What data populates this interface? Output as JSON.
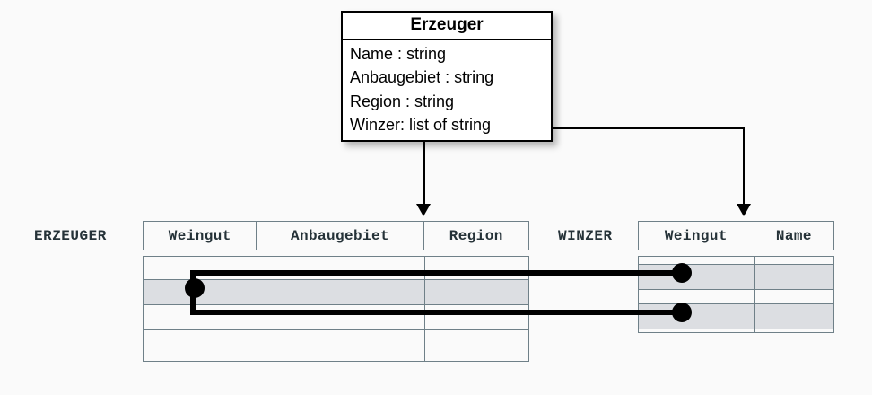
{
  "diagram": {
    "background_color": "#fafafa",
    "line_color": "#000000",
    "table_border_color": "#6f8088",
    "stripe_color": "#dcdee2",
    "text_color": "#253238"
  },
  "uml_class": {
    "name": "Erzeuger",
    "attributes": [
      "Name : string",
      "Anbaugebiet : string",
      "Region : string",
      "Winzer: list of string"
    ]
  },
  "tables": [
    {
      "label": "ERZEUGER",
      "columns": [
        "Weingut",
        "Anbaugebiet",
        "Region"
      ],
      "row_count": 4,
      "highlighted_rows": [
        2
      ]
    },
    {
      "label": "WINZER",
      "columns": [
        "Weingut",
        "Name"
      ],
      "row_count": 3,
      "highlighted_rows": [
        1,
        3
      ]
    }
  ],
  "connectors": [
    {
      "name": "erzeuger-mapping-arrow",
      "from": "Erzeuger class box",
      "to": "ERZEUGER table Region column"
    },
    {
      "name": "winzer-mapping-arrow",
      "from": "Winzer: list of string attribute",
      "to": "WINZER table Weingut column"
    },
    {
      "name": "foreign-key-link",
      "from": "ERZEUGER Weingut row 2",
      "to": "WINZER Weingut rows 1 and 3"
    }
  ]
}
